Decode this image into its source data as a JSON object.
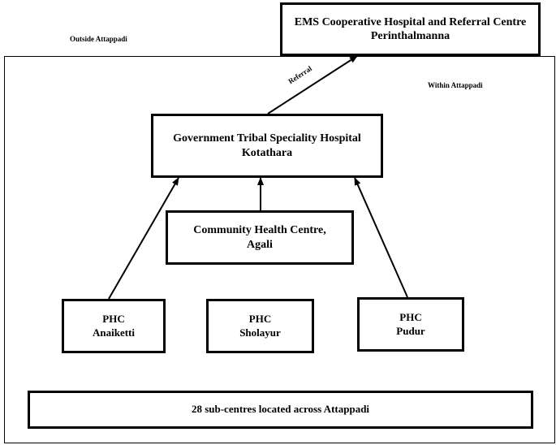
{
  "regions": {
    "outside_label": "Outside Attappadi",
    "within_label": "Within Attappadi"
  },
  "nodes": {
    "ems": {
      "line1": "EMS Cooperative Hospital and Referral Centre",
      "line2": "Perinthalmanna"
    },
    "gtsh": {
      "line1": "Government Tribal Speciality Hospital",
      "line2": "Kotathara"
    },
    "chc": {
      "line1": "Community Health Centre,",
      "line2": "Agali"
    },
    "phc_anaiketti": {
      "line1": "PHC",
      "line2": "Anaiketti"
    },
    "phc_sholayur": {
      "line1": "PHC",
      "line2": "Sholayur"
    },
    "phc_pudur": {
      "line1": "PHC",
      "line2": "Pudur"
    },
    "subcentres": {
      "line1": "28 sub-centres located across Attappadi"
    }
  },
  "edges": {
    "referral_label": "Referral"
  }
}
